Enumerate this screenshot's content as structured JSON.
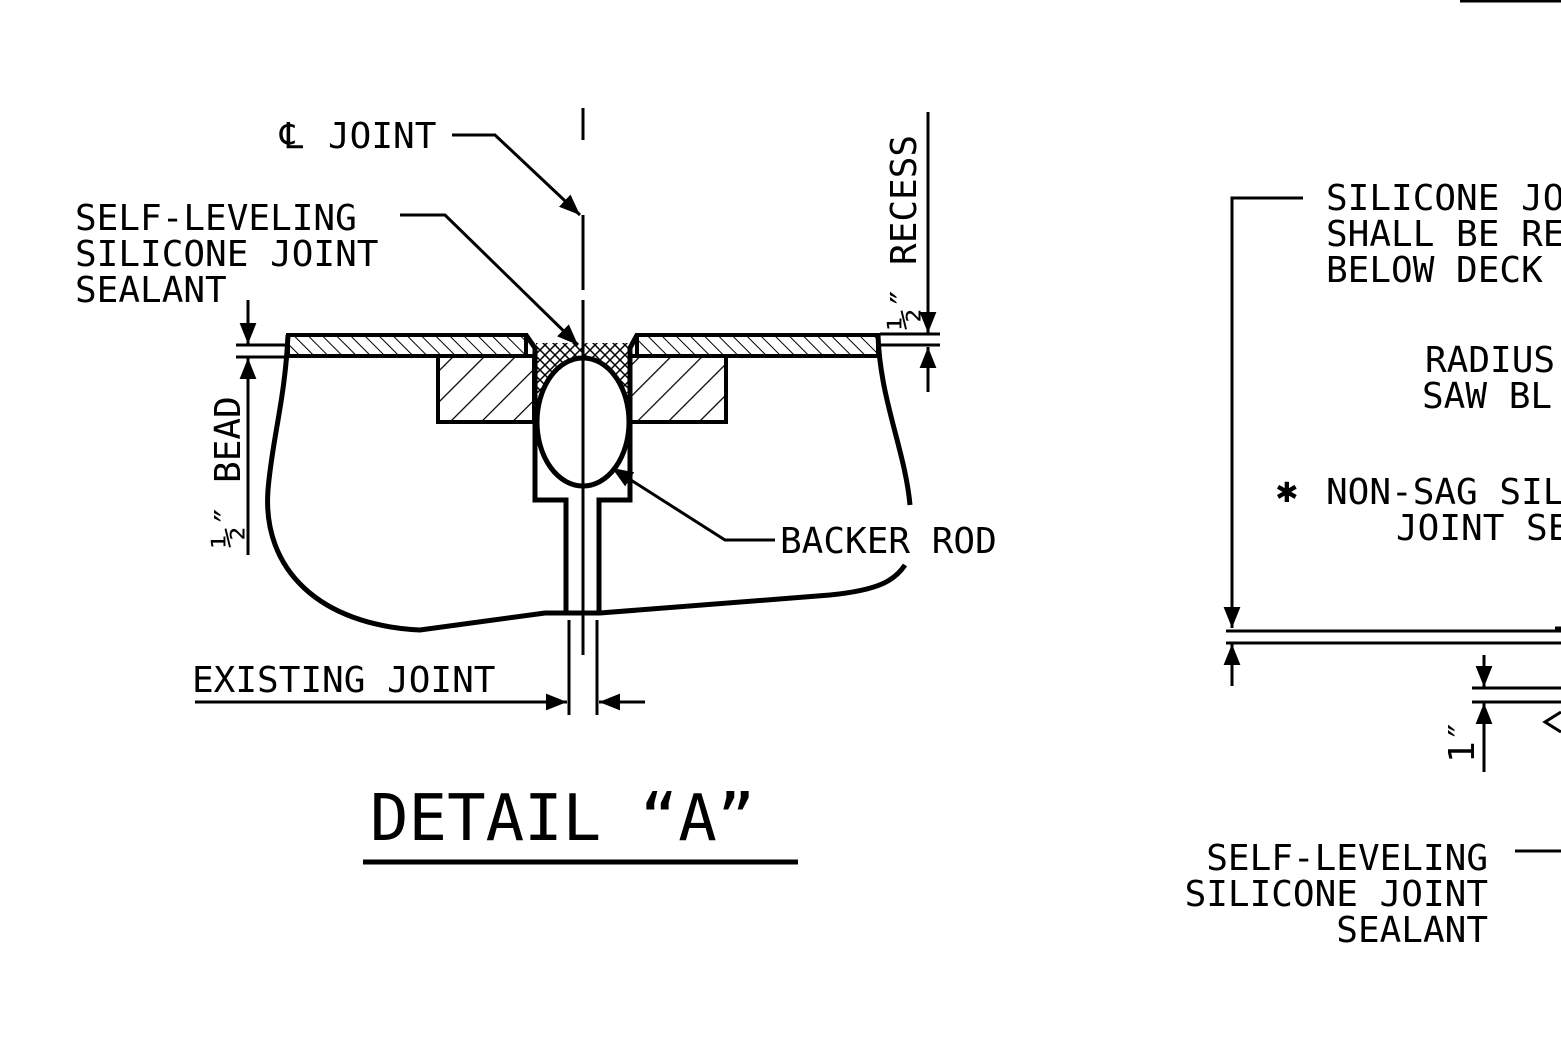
{
  "detail_a": {
    "title": "DETAIL “A”",
    "centerline_symbol": "℄",
    "cl_joint": "JOINT",
    "self_leveling": [
      "SELF-LEVELING",
      "SILICONE JOINT",
      "SEALANT"
    ],
    "recess": "½″ RECESS",
    "bead": "½″ BEAD",
    "backer_rod": "BACKER ROD",
    "existing_joint": "EXISTING JOINT"
  },
  "detail_b": {
    "note_1": [
      "SILICONE JO",
      "SHALL BE RE",
      "BELOW DECK"
    ],
    "radius_note": [
      "RADIUS",
      "SAW BL"
    ],
    "non_sag_marker": "✱",
    "non_sag": [
      "NON-SAG SIL",
      "JOINT SE"
    ],
    "dimension_1in": "1″",
    "self_leveling": [
      "SELF-LEVELING",
      "SILICONE JOINT",
      "SEALANT"
    ]
  }
}
